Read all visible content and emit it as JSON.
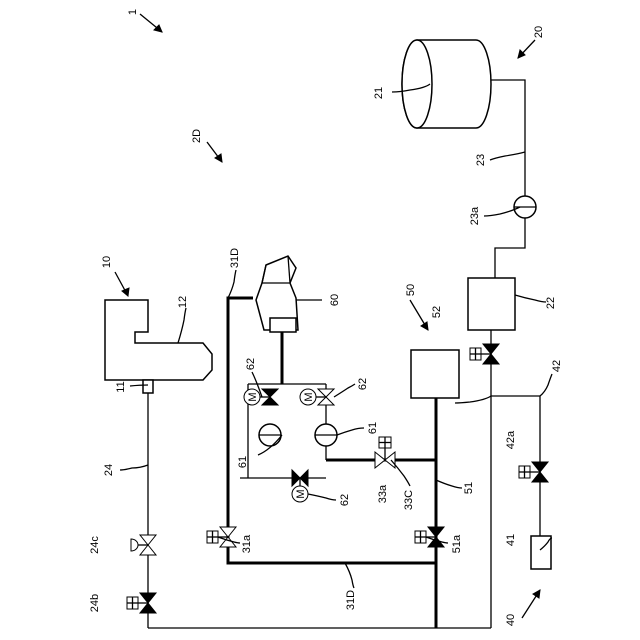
{
  "labels": {
    "system": "1",
    "boiler_system": "10",
    "burner": "11",
    "boiler_body": "12",
    "fuel_supply_system": "20",
    "tank": "21",
    "unit_22": "22",
    "line_23": "23",
    "pump_23a": "23a",
    "line_24": "24",
    "valve_24b": "24b",
    "valve_24c": "24c",
    "system_2d": "2D",
    "line_31d_top": "31D",
    "line_31d_bottom": "31D",
    "valve_31a": "31a",
    "line_33c": "33C",
    "valve_33a": "33a",
    "system_40": "40",
    "unit_41": "41",
    "line_42": "42",
    "valve_42a": "42a",
    "system_50": "50",
    "line_51": "51",
    "valve_51a": "51a",
    "unit_52": "52",
    "unit_60": "60",
    "pump_61_left": "61",
    "pump_61_right": "61",
    "valve_62_top_left": "62",
    "valve_62_top_right": "62",
    "valve_62_bottom": "62"
  },
  "motor_symbol": "M"
}
